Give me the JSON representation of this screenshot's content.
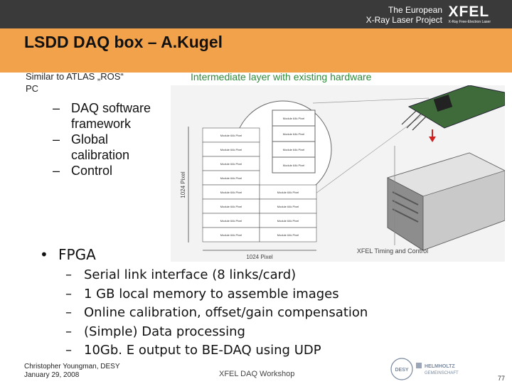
{
  "header": {
    "tagline_line1": "The European",
    "tagline_line2": "X-Ray Laser Project",
    "logo": "XFEL",
    "logo_sub": "X-Ray Free-Electron Laser"
  },
  "slide": {
    "title": "LSDD DAQ box – A.Kugel",
    "similar_line1": "Similar to ATLAS „ROS“",
    "similar_line2": "PC",
    "intermediate": "Intermediate layer with existing hardware",
    "sub_items": [
      {
        "dash": "–",
        "text": "DAQ software"
      },
      {
        "dash": "",
        "text": "framework"
      },
      {
        "dash": "–",
        "text": "Global"
      },
      {
        "dash": "",
        "text": "calibration"
      },
      {
        "dash": "–",
        "text": "Control"
      }
    ],
    "fpga_bullet": "•",
    "fpga_label": "FPGA",
    "fpga_items": [
      "Serial link interface (8  links/card)",
      "1 GB local memory to assemble images",
      "Online calibration, offset/gain compensation",
      "(Simple) Data processing",
      "10Gb. E output to BE-DAQ using UDP"
    ]
  },
  "figure": {
    "module_label": "Module 64k Pixel",
    "vertical_label": "1024 Pixel",
    "horizontal_label": "1024 Pixel",
    "timing_label": "XFEL Timing and Control"
  },
  "footer": {
    "author": "Christopher Youngman, DESY",
    "date": "January 29, 2008",
    "event": "XFEL DAQ Workshop",
    "page": "77",
    "desy": "DESY",
    "helmholtz1": "HELMHOLTZ",
    "helmholtz2": "GEMEINSCHAFT"
  }
}
